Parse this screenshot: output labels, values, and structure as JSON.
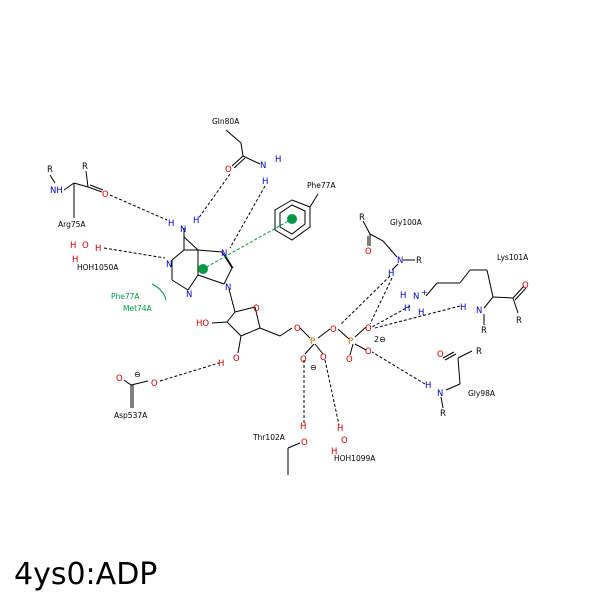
{
  "title": "4ys0:ADP",
  "residues": {
    "gln80": "Gln80A",
    "arg75": "Arg75A",
    "phe77_top": "Phe77A",
    "gly100": "Gly100A",
    "lys101": "Lys101A",
    "hoh1050": "HOH1050A",
    "phe77_hyd": "Phe77A",
    "met74": "Met74A",
    "asp537": "Asp537A",
    "thr102": "Thr102A",
    "hoh1099": "HOH1099A",
    "gly98": "Gly98A"
  },
  "charges": {
    "phosphate": "2⊖",
    "asp": "⊖",
    "p_oxygen": "⊖",
    "lys_n": "+"
  },
  "colors": {
    "nitrogen": "#0000cc",
    "oxygen": "#cc0000",
    "phosphorus": "#cc6600",
    "hydrophobic": "#009944",
    "carbon": "#000000"
  }
}
